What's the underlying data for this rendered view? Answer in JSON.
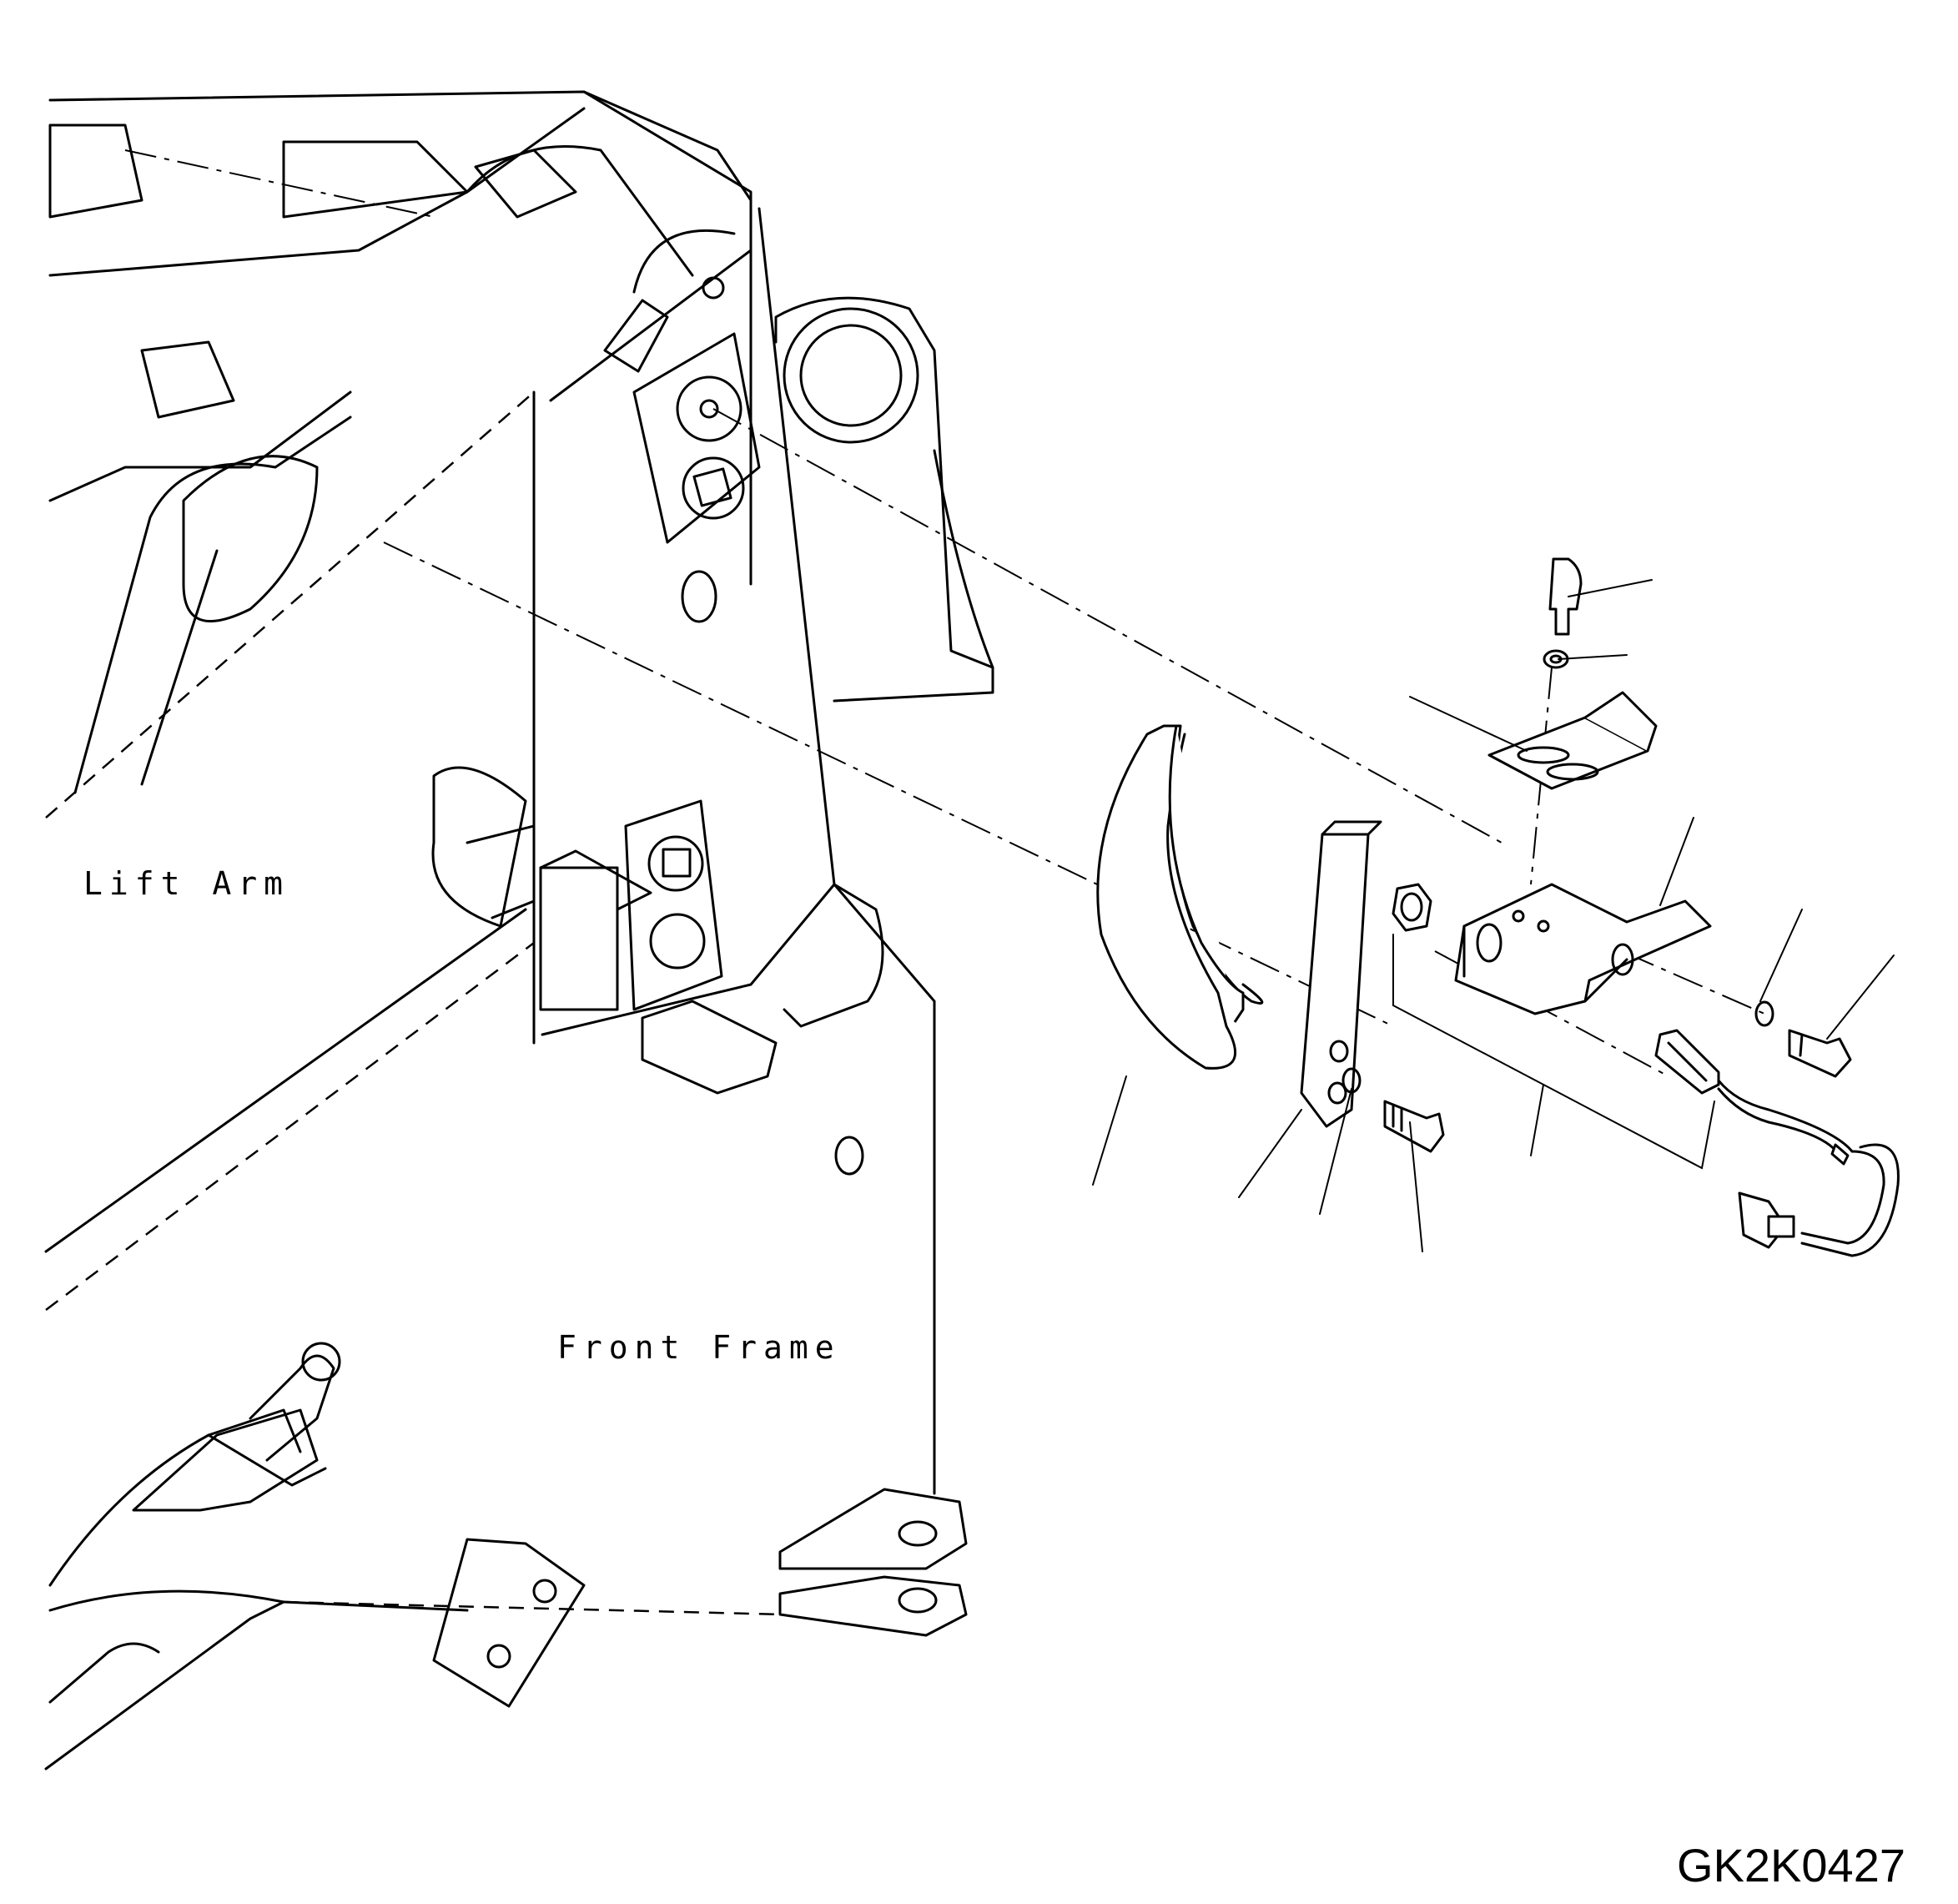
{
  "labels": {
    "lift_arm": "Lift Arm",
    "front_frame": "Front Frame"
  },
  "drawing_code": "GK2K0427"
}
